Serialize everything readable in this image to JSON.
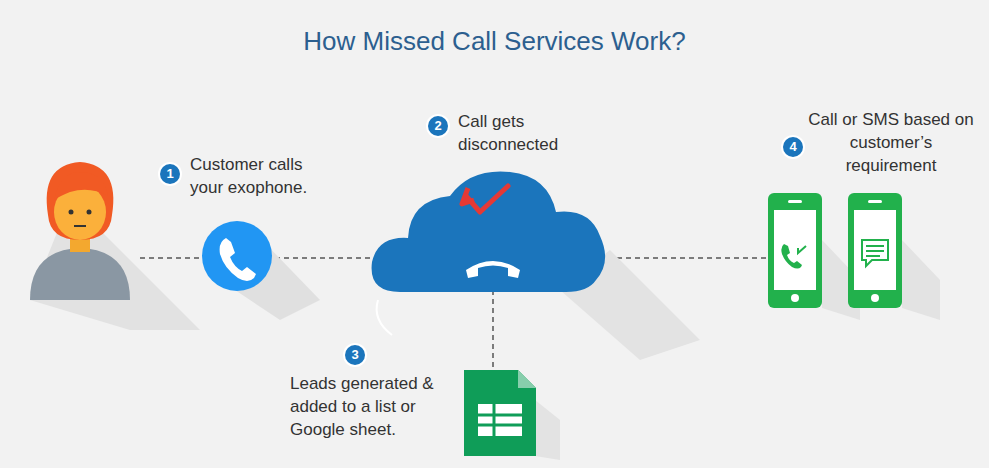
{
  "diagram": {
    "title": "How Missed Call Services Work?",
    "labels": [
      "1",
      "Customer calls your exophone.",
      "2",
      "Call gets disconnected",
      "3",
      "Leads generated & added to a list or Google sheet.",
      "4",
      "Call or SMS based on customer’s requirement"
    ]
  }
}
